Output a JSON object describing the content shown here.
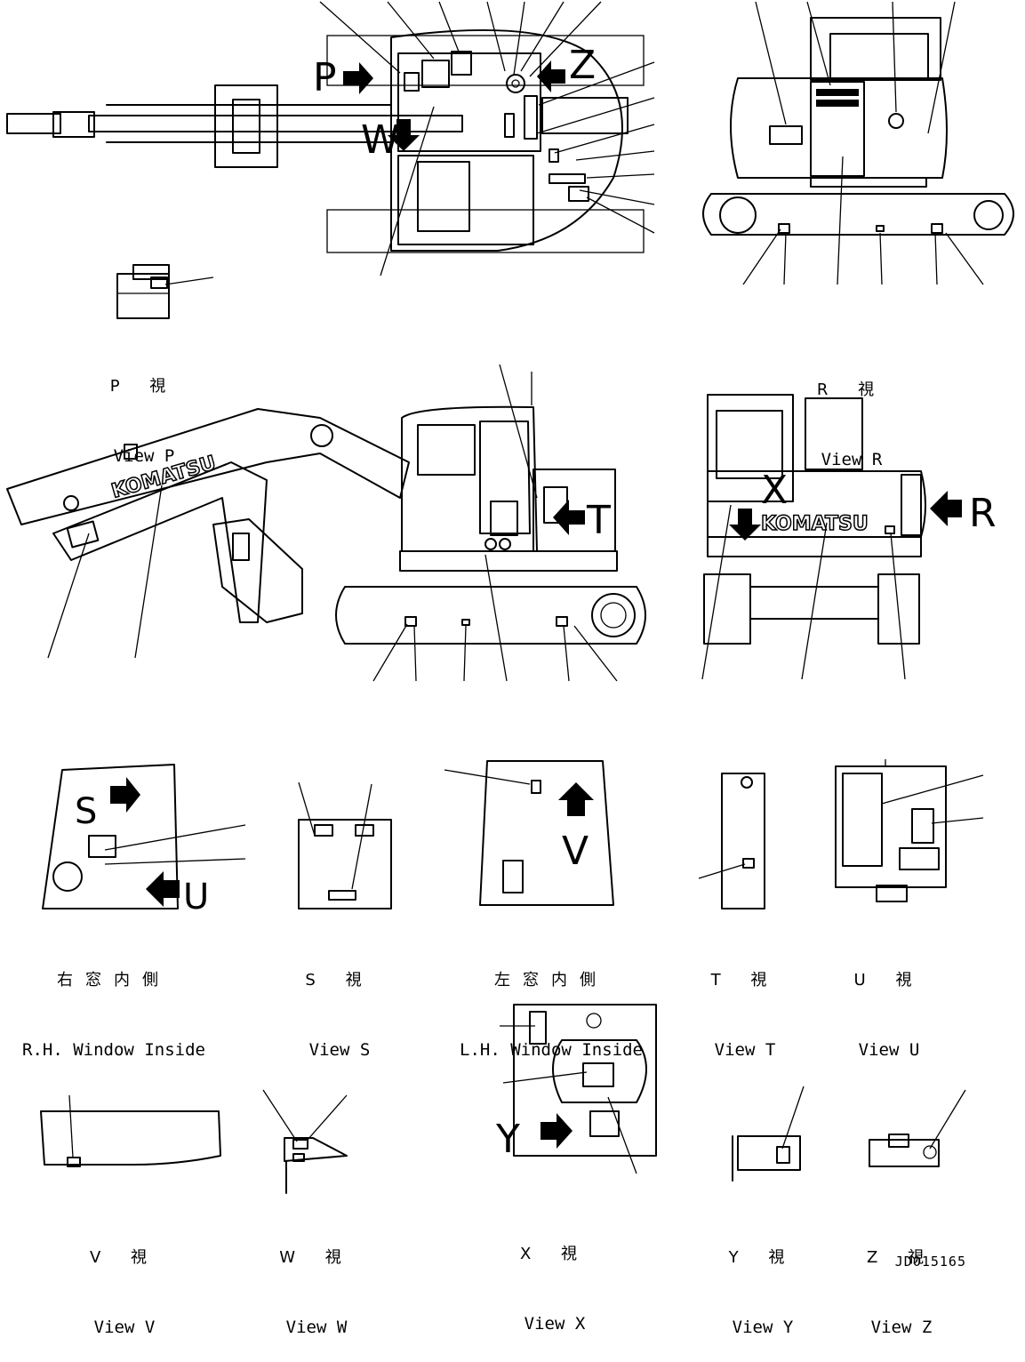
{
  "captions": {
    "p": {
      "jp": "P 視",
      "en": "View P"
    },
    "r": {
      "jp": "R 視",
      "en": "View R"
    },
    "rh": {
      "jp": "右窓内側",
      "en": "R.H. Window Inside"
    },
    "s": {
      "jp": "S 視",
      "en": "View S"
    },
    "lh": {
      "jp": "左窓内側",
      "en": "L.H. Window Inside"
    },
    "t": {
      "jp": "T 視",
      "en": "View T"
    },
    "u": {
      "jp": "U 視",
      "en": "View U"
    },
    "v": {
      "jp": "V 視",
      "en": "View V"
    },
    "w": {
      "jp": "W 視",
      "en": "View W"
    },
    "x": {
      "jp": "X 視",
      "en": "View X"
    },
    "y": {
      "jp": "Y 視",
      "en": "View Y"
    },
    "z": {
      "jp": "Z 視",
      "en": "View Z"
    }
  },
  "view_letters": [
    "P",
    "W",
    "Z",
    "T",
    "X",
    "R",
    "S",
    "U",
    "V",
    "Y"
  ],
  "brand_marking": "KOMATSU",
  "drawing_number": "JD015165"
}
